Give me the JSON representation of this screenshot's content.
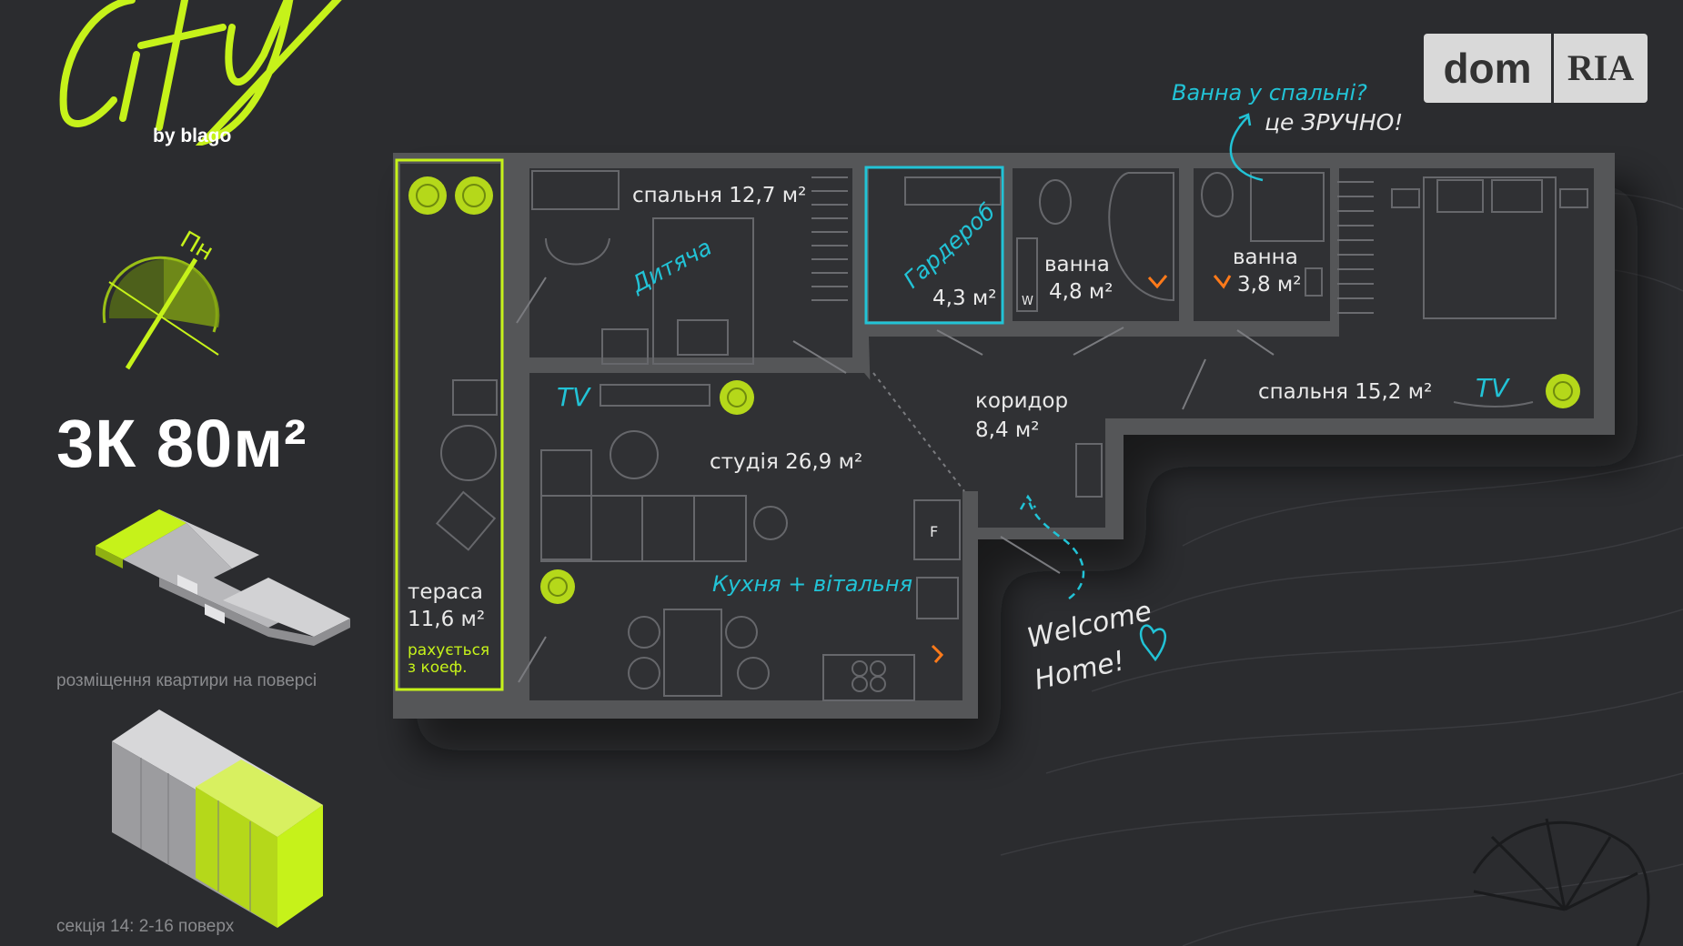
{
  "brand": {
    "logo_text": "City",
    "byline": "by blago",
    "compass_label": "Пн",
    "apartment_title": "3К 80м²",
    "floor_caption": "розміщення квартири на поверсі",
    "section_caption": "секція 14: 2-16 поверх"
  },
  "watermark": {
    "dom": "dom",
    "ria": "RIA"
  },
  "rooms": {
    "bedroom1": "спальня 12,7 м²",
    "kids": "Дитяча",
    "wardrobe_label": "Гардероб",
    "wardrobe_area": "4,3 м²",
    "bath1_label": "ванна",
    "bath1_area": "4,8 м²",
    "bath2_label": "ванна",
    "bath2_area": "3,8 м²",
    "bedroom2": "спальня 15,2 м²",
    "corridor_label": "коридор",
    "corridor_area": "8,4 м²",
    "studio": "студія 26,9 м²",
    "kitchen": "Кухня + вітальня",
    "terrace_label": "тераса",
    "terrace_area": "11,6 м²",
    "terrace_note1": "рахується",
    "terrace_note2": "з коеф.",
    "tv1": "TV",
    "tv2": "TV",
    "fridge": "F",
    "washer": "W"
  },
  "notes": {
    "bath_question": "Ванна у спальні?",
    "bath_answer": "це ЗРУЧНО!",
    "welcome1": "Welcome",
    "welcome2": "Home!"
  },
  "colors": {
    "background": "#2b2c2f",
    "accent_lime": "#c6f21a",
    "accent_cyan": "#22c3d6",
    "wall": "#555659",
    "floor": "#303134"
  }
}
